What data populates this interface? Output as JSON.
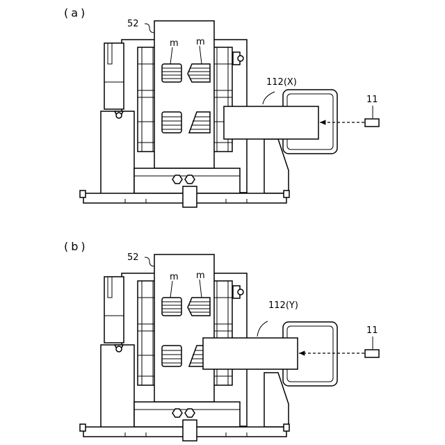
{
  "panels": [
    {
      "id": "a",
      "panel_label": "(a)",
      "frame_label": "52",
      "item_label_left": "m",
      "item_label_right": "m",
      "unit_label": "112(X)",
      "sensor_label": "11"
    },
    {
      "id": "b",
      "panel_label": "(b)",
      "frame_label": "52",
      "item_label_left": "m",
      "item_label_right": "m",
      "unit_label": "112(Y)",
      "sensor_label": "11"
    }
  ]
}
